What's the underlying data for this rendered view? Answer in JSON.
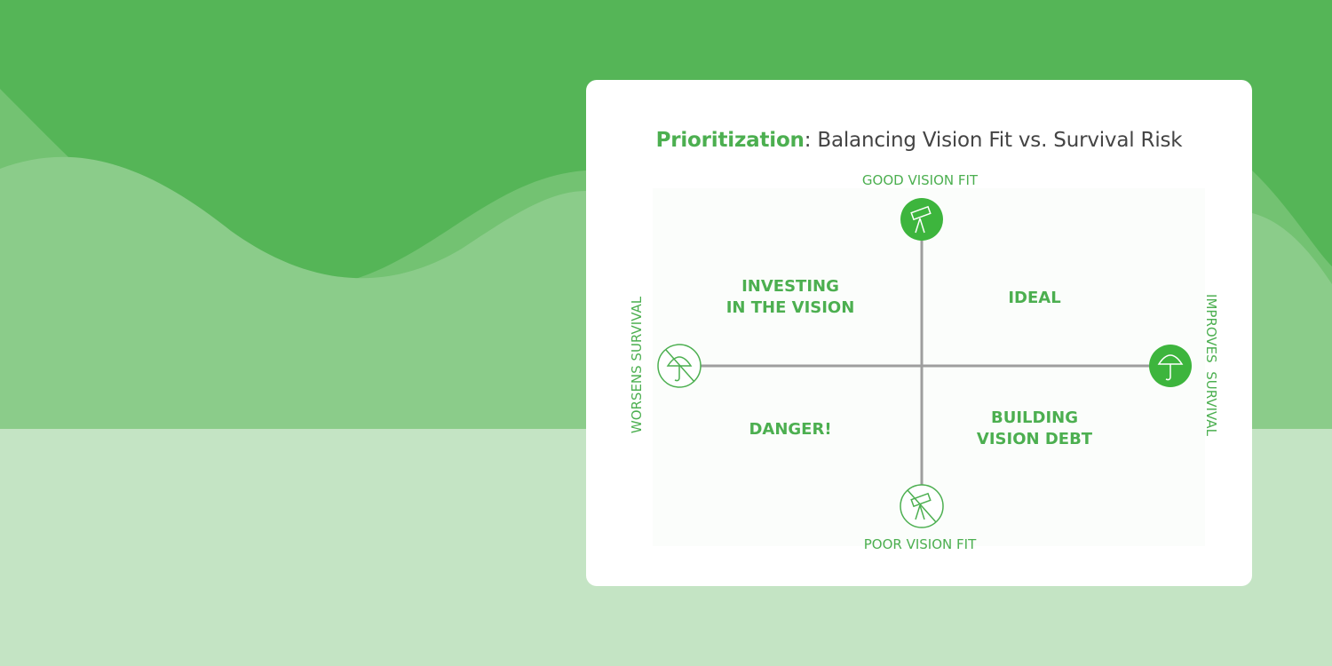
{
  "colors": {
    "accent": "#4caf50",
    "icon_fill": "#3db53d",
    "axis": "#9e9e9e",
    "bg_top": "#55b557",
    "bg_wave": "#8bcc8a",
    "bg_bottom": "#c4e4c4"
  },
  "diagram": {
    "title_bold": "Prioritization",
    "title_rest": ": Balancing Vision Fit vs. Survival Risk",
    "axes": {
      "top": "GOOD VISION FIT",
      "bottom": "POOR VISION FIT",
      "left": "WORSENS SURVIVAL",
      "right": "IMPROVES  SURVIVAL"
    },
    "quadrants": {
      "top_left": [
        "INVESTING",
        "IN THE VISION"
      ],
      "top_right": [
        "IDEAL"
      ],
      "bottom_left": [
        "DANGER!"
      ],
      "bottom_right": [
        "BUILDING",
        "VISION DEBT"
      ]
    },
    "icons": {
      "top": "telescope-icon",
      "bottom": "no-telescope-icon",
      "left": "no-umbrella-icon",
      "right": "umbrella-icon"
    }
  }
}
